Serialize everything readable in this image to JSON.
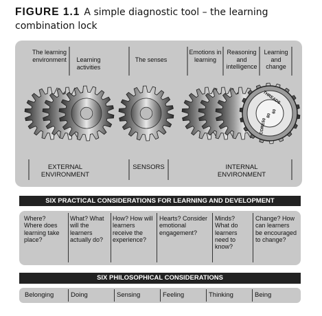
{
  "figure": {
    "number_label": "FIGURE 1.1",
    "caption": "A simple diagnostic tool – the learning combination lock"
  },
  "top_labels": [
    "The learning environment",
    "Learning activities",
    "The senses",
    "Emotions in learning",
    "Reasoning and intelligence",
    "Learning and change"
  ],
  "dial_labels": {
    "threads": "THREADS",
    "core": "CORE",
    "numbers": [
      "60",
      "80",
      "50"
    ]
  },
  "bottom_labels": [
    "EXTERNAL ENVIRONMENT",
    "SENSORS",
    "INTERNAL ENVIRONMENT"
  ],
  "practical": {
    "heading": "SIX PRACTICAL CONSIDERATIONS FOR LEARNING AND DEVELOPMENT",
    "questions": [
      "Where? Where does learning take place?",
      "What? What will the learners actually do?",
      "How? How will learners receive the experience?",
      "Hearts? Consider emotional engagement?",
      "Minds? What do learners need to know?",
      "Change? How can learners be encouraged to change?"
    ]
  },
  "philosophical": {
    "heading": "SIX PHILOSOPHICAL CONSIDERATIONS",
    "items": [
      "Belonging",
      "Doing",
      "Sensing",
      "Feeling",
      "Thinking",
      "Being"
    ]
  },
  "colors": {
    "panel": "#c8c8c8",
    "bar": "#222222",
    "gear_dark": "#3a3a3a",
    "gear_mid": "#8a8a8a",
    "gear_light": "#d9d9d9"
  }
}
